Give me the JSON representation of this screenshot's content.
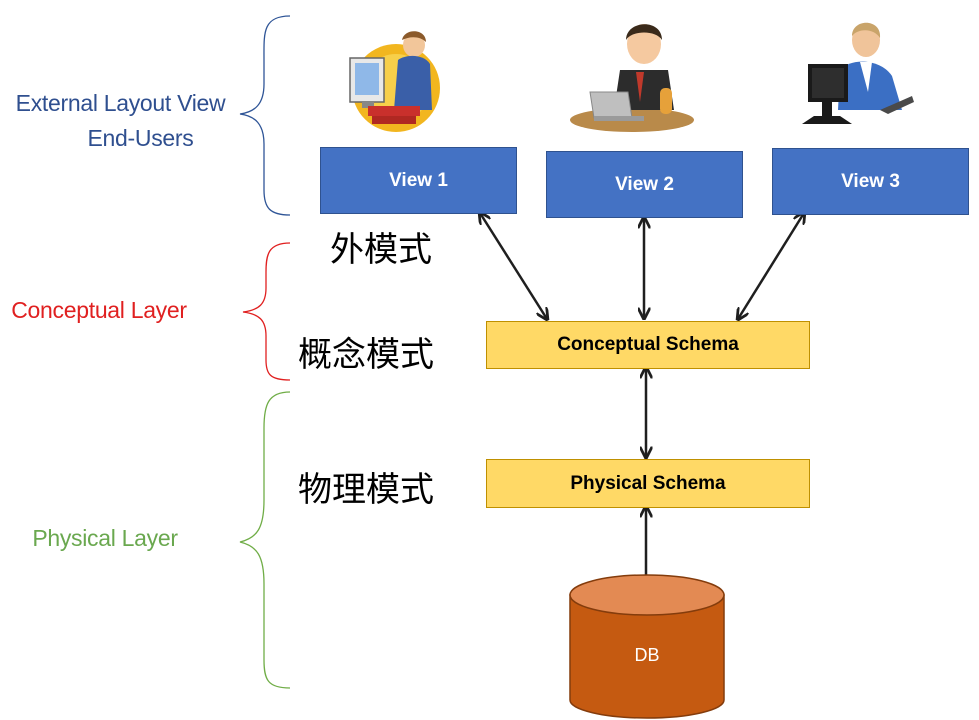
{
  "layers": {
    "external_line1": "External Layout View",
    "external_line2": "End-Users",
    "conceptual": "Conceptual Layer",
    "physical": "Physical Layer"
  },
  "chinese_labels": {
    "external_schema": "外模式",
    "conceptual_schema": "概念模式",
    "physical_schema": "物理模式"
  },
  "views": [
    "View 1",
    "View 2",
    "View 3"
  ],
  "schemas": {
    "conceptual": "Conceptual Schema",
    "physical": "Physical Schema"
  },
  "database": {
    "label": "DB"
  },
  "users": [
    "user-at-desktop-icon",
    "user-with-laptop-icon",
    "user-at-monitor-icon"
  ],
  "colors": {
    "external": "#2f4f8f",
    "conceptual": "#e02020",
    "physical": "#6aa84f",
    "view_fill": "#4472c4",
    "schema_fill": "#ffd966",
    "db_fill": "#c55a11"
  }
}
